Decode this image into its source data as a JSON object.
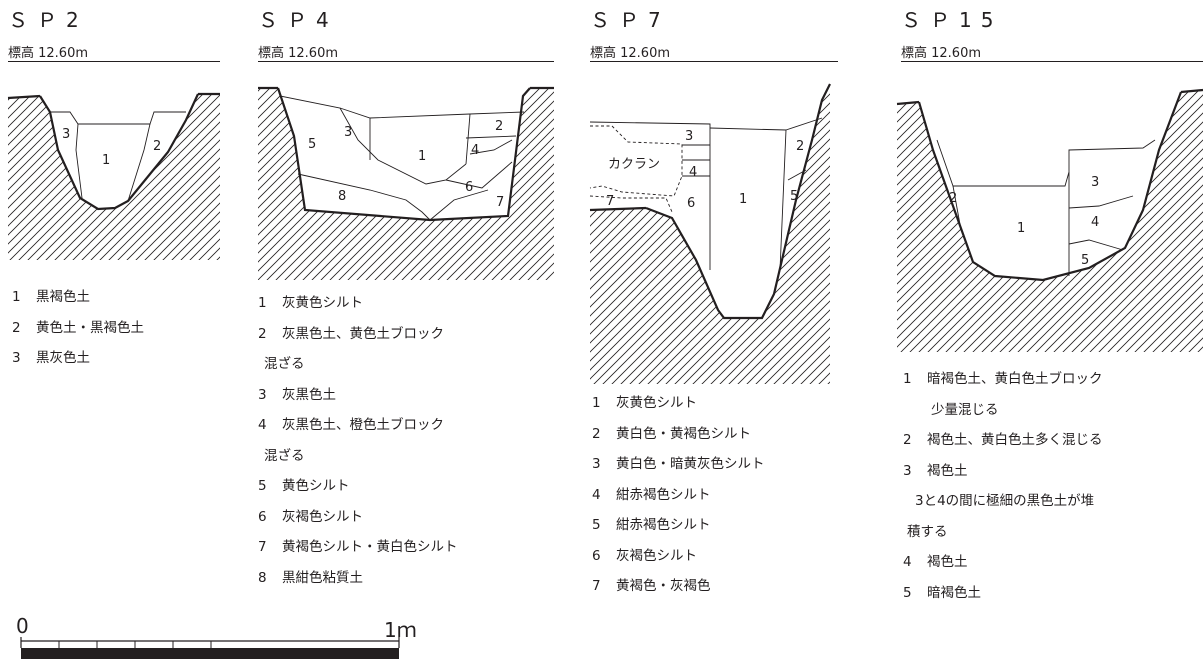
{
  "sections": [
    {
      "id": "sp2",
      "title": "ＳＰ2",
      "elevation": "標高 12.60m",
      "layer_labels": [
        "1",
        "2",
        "3"
      ],
      "legend": [
        {
          "num": "1",
          "text": "黒褐色土"
        },
        {
          "num": "2",
          "text": "黄色土・黒褐色土"
        },
        {
          "num": "3",
          "text": "黒灰色土"
        }
      ]
    },
    {
      "id": "sp4",
      "title": "ＳＰ4",
      "elevation": "標高 12.60m",
      "layer_labels": [
        "1",
        "2",
        "3",
        "4",
        "5",
        "6",
        "7",
        "8"
      ],
      "legend": [
        {
          "num": "1",
          "text": "灰黄色シルト"
        },
        {
          "num": "2",
          "text": "灰黒色土、黄色土ブロック"
        },
        {
          "num": "",
          "text": "混ざる"
        },
        {
          "num": "3",
          "text": "灰黒色土"
        },
        {
          "num": "4",
          "text": "灰黒色土、橙色土ブロック"
        },
        {
          "num": "",
          "text": "混ざる"
        },
        {
          "num": "5",
          "text": "黄色シルト"
        },
        {
          "num": "6",
          "text": "灰褐色シルト"
        },
        {
          "num": "7",
          "text": "黄褐色シルト・黄白色シルト"
        },
        {
          "num": "8",
          "text": "黒紺色粘質土"
        }
      ]
    },
    {
      "id": "sp7",
      "title": "ＳＰ7",
      "elevation": "標高 12.60m",
      "layer_labels": [
        "1",
        "2",
        "3",
        "4",
        "5",
        "6",
        "7"
      ],
      "disturbance_label": "カクラン",
      "legend": [
        {
          "num": "1",
          "text": "灰黄色シルト"
        },
        {
          "num": "2",
          "text": "黄白色・黄褐色シルト"
        },
        {
          "num": "3",
          "text": "黄白色・暗黄灰色シルト"
        },
        {
          "num": "4",
          "text": "紺赤褐色シルト"
        },
        {
          "num": "5",
          "text": "紺赤褐色シルト"
        },
        {
          "num": "6",
          "text": "灰褐色シルト"
        },
        {
          "num": "7",
          "text": "黄褐色・灰褐色"
        }
      ]
    },
    {
      "id": "sp15",
      "title": "ＳＰ15",
      "elevation": "標高 12.60m",
      "layer_labels": [
        "1",
        "2",
        "3",
        "4",
        "5"
      ],
      "legend": [
        {
          "num": "1",
          "text": "暗褐色土、黄白色土ブロック"
        },
        {
          "num": "",
          "text": "少量混じる",
          "indent": true
        },
        {
          "num": "2",
          "text": "褐色土、黄白色土多く混じる"
        },
        {
          "num": "3",
          "text": "褐色土"
        },
        {
          "num": "",
          "text": "3と4の間に極細の黒色土が堆",
          "indent_small": true
        },
        {
          "num": "",
          "text": "積する"
        },
        {
          "num": "4",
          "text": "褐色土"
        },
        {
          "num": "5",
          "text": "暗褐色土"
        }
      ]
    }
  ],
  "scale_bar": {
    "start_label": "0",
    "end_label": "1ｍ"
  }
}
